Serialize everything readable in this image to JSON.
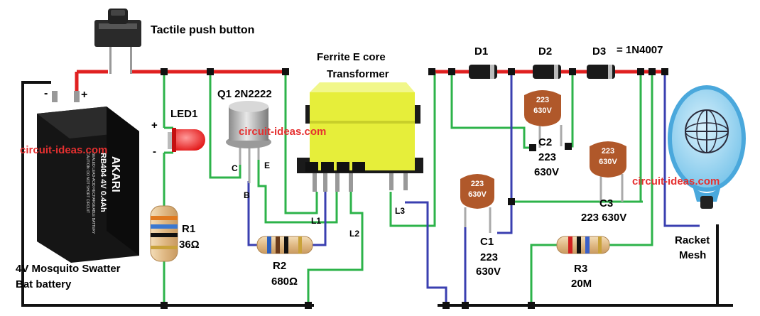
{
  "labels": {
    "tactile_button": "Tactile push button",
    "battery_minus": "-",
    "battery_plus": "+",
    "battery_caption_1": "4V Mosquito Swatter",
    "battery_caption_2": "Bat battery",
    "battery_brand": "AKARI",
    "battery_model": "RB404 4V 0.4Ah",
    "battery_type": "SEALED LEAD-ACID RECHARGEABLE BATTERY",
    "battery_caution": "CAUTION: DO NOT SHORT CIRCUIT",
    "led_name": "LED1",
    "led_plus": "+",
    "led_minus": "-",
    "r1_name": "R1",
    "r1_value": "36Ω",
    "q1_name": "Q1 2N2222",
    "q1_c": "C",
    "q1_b": "B",
    "q1_e": "E",
    "r2_name": "R2",
    "r2_value": "680Ω",
    "transformer_1": "Ferrite E core",
    "transformer_2": "Transformer",
    "l1": "L1",
    "l2": "L2",
    "l3": "L3",
    "d1": "D1",
    "d2": "D2",
    "d3": "D3",
    "diode_type": "= 1N4007",
    "c1_name": "C1",
    "c1_value_1": "223",
    "c1_value_2": "630V",
    "c2_name": "C2",
    "c2_value_1": "223",
    "c2_value_2": "630V",
    "c3_label": "C3",
    "c3_value": "223 630V",
    "cap_code": "223",
    "cap_volt": "630V",
    "r3_name": "R3",
    "r3_value": "20M",
    "racket_1": "Racket",
    "racket_2": "Mesh",
    "watermark": "circuit-ideas.com"
  },
  "colors": {
    "positive_wire": "#e02020",
    "green_wire": "#2db34a",
    "blue_wire": "#3a3fb0",
    "black_wire": "#111111",
    "capacitor": "#b0582a",
    "transformer_core": "#e6ee3a",
    "transformer_bobbin": "#1a1a1a",
    "watermark": "#e53030",
    "racket_mesh": "#7ec8ec"
  }
}
